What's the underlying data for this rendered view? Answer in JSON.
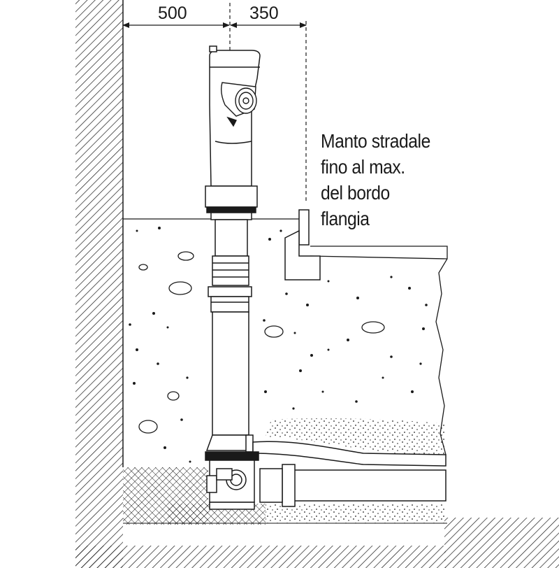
{
  "dimensions": {
    "left_value": "500",
    "right_value": "350"
  },
  "note": {
    "lines": [
      "Manto stradale",
      "fino al max.",
      "del bordo",
      "flangia"
    ]
  },
  "colors": {
    "ink": "#1a1a1a",
    "background": "#ffffff"
  }
}
